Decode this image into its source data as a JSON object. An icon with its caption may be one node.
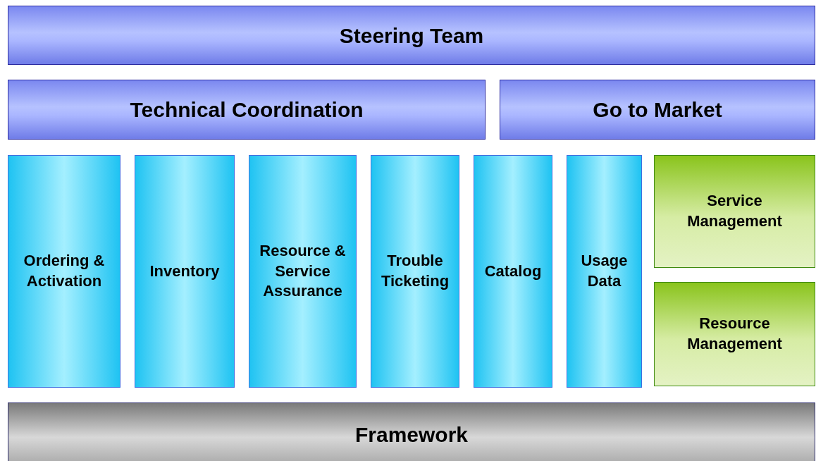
{
  "diagram": {
    "nodes": [
      {
        "text": [
          "Steering Team"
        ]
      },
      {
        "text": [
          "Technical Coordination"
        ]
      },
      {
        "text": [
          "Go to Market"
        ]
      },
      {
        "text": [
          "Ordering & Activation"
        ]
      },
      {
        "text": [
          "Inventory"
        ]
      },
      {
        "text": [
          "Resource & Service Assurance"
        ]
      },
      {
        "text": [
          "Trouble Ticketing"
        ]
      },
      {
        "text": [
          "Catalog"
        ]
      },
      {
        "text": [
          "Usage Data"
        ]
      },
      {
        "text": [
          "Service Management"
        ]
      },
      {
        "text": [
          "Resource Management"
        ]
      },
      {
        "text": [
          "Framework"
        ]
      }
    ]
  }
}
